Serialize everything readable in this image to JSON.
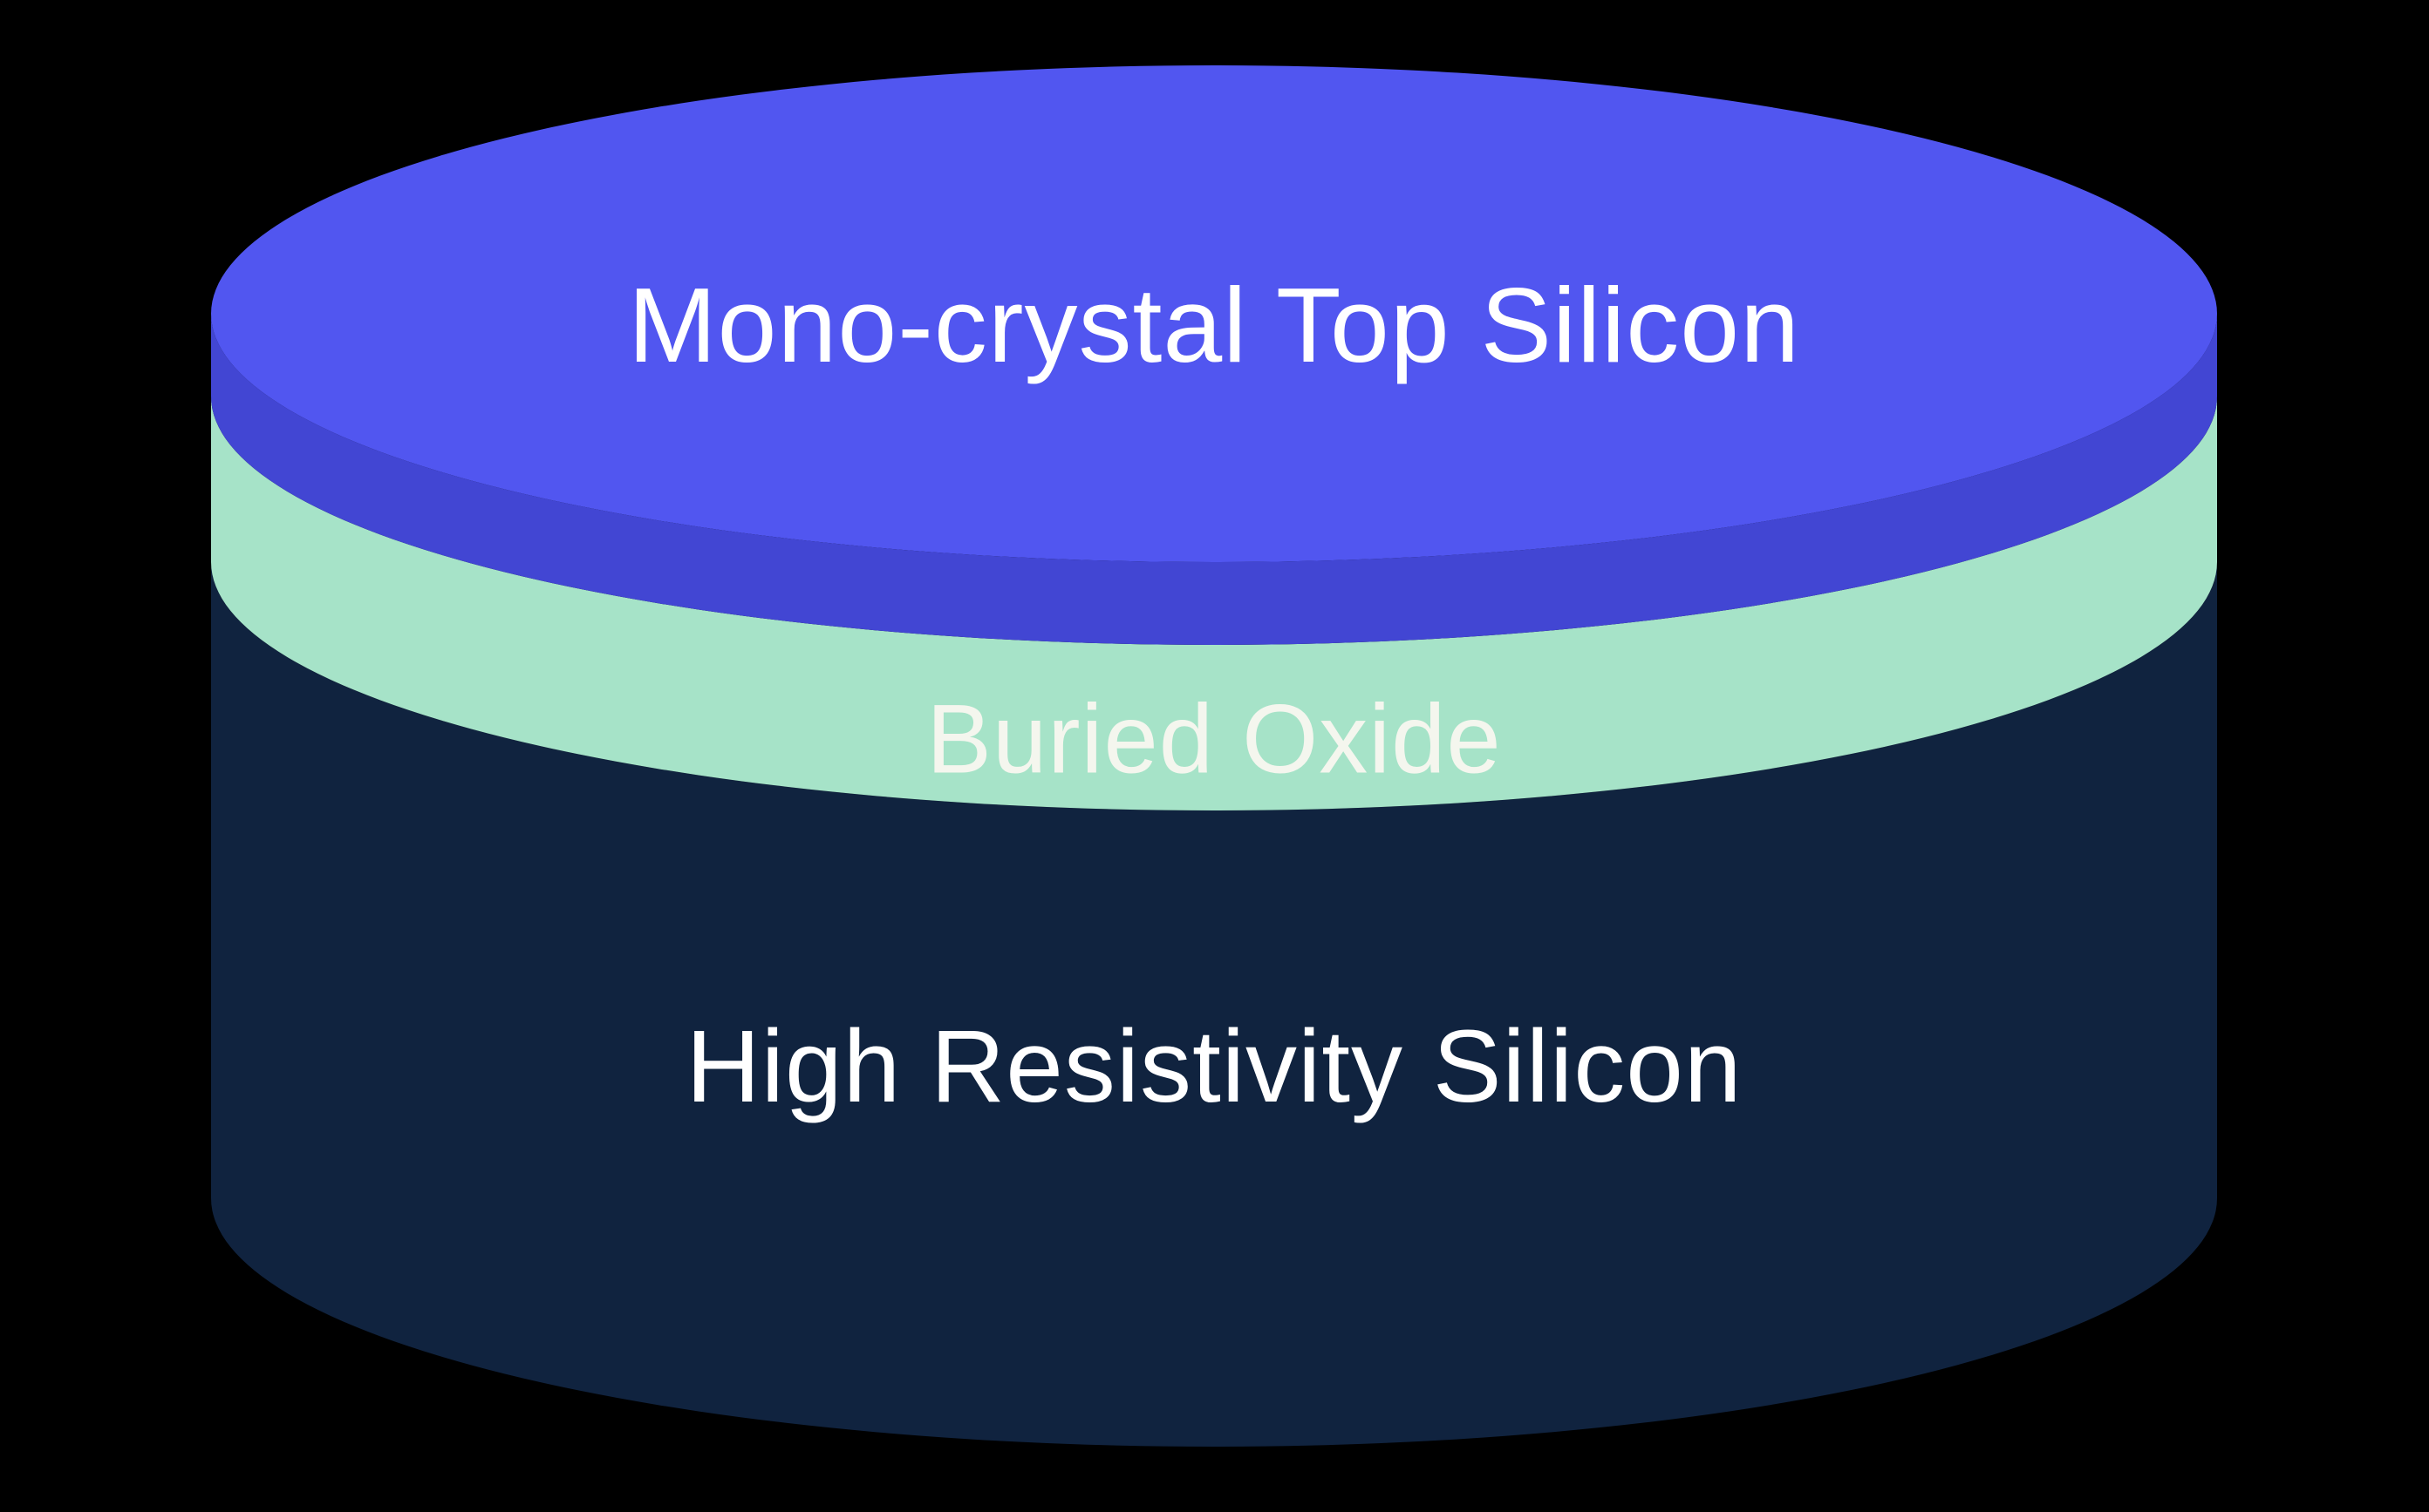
{
  "background": "#000000",
  "diagram": {
    "type": "layer-stack-cylinder",
    "layers": {
      "top_silicon": {
        "label": "Mono-crystal Top Silicon",
        "face_color": "#5156f0",
        "side_color": "#4246d3",
        "label_color": "#ffffff"
      },
      "buried_oxide": {
        "label": "Buried Oxide",
        "color": "#a6e3c8",
        "label_color": "#f4f6ee"
      },
      "high_resistivity_silicon": {
        "label": "High Resistivity Silicon",
        "color": "#10233f",
        "label_color": "#ffffff"
      }
    }
  }
}
